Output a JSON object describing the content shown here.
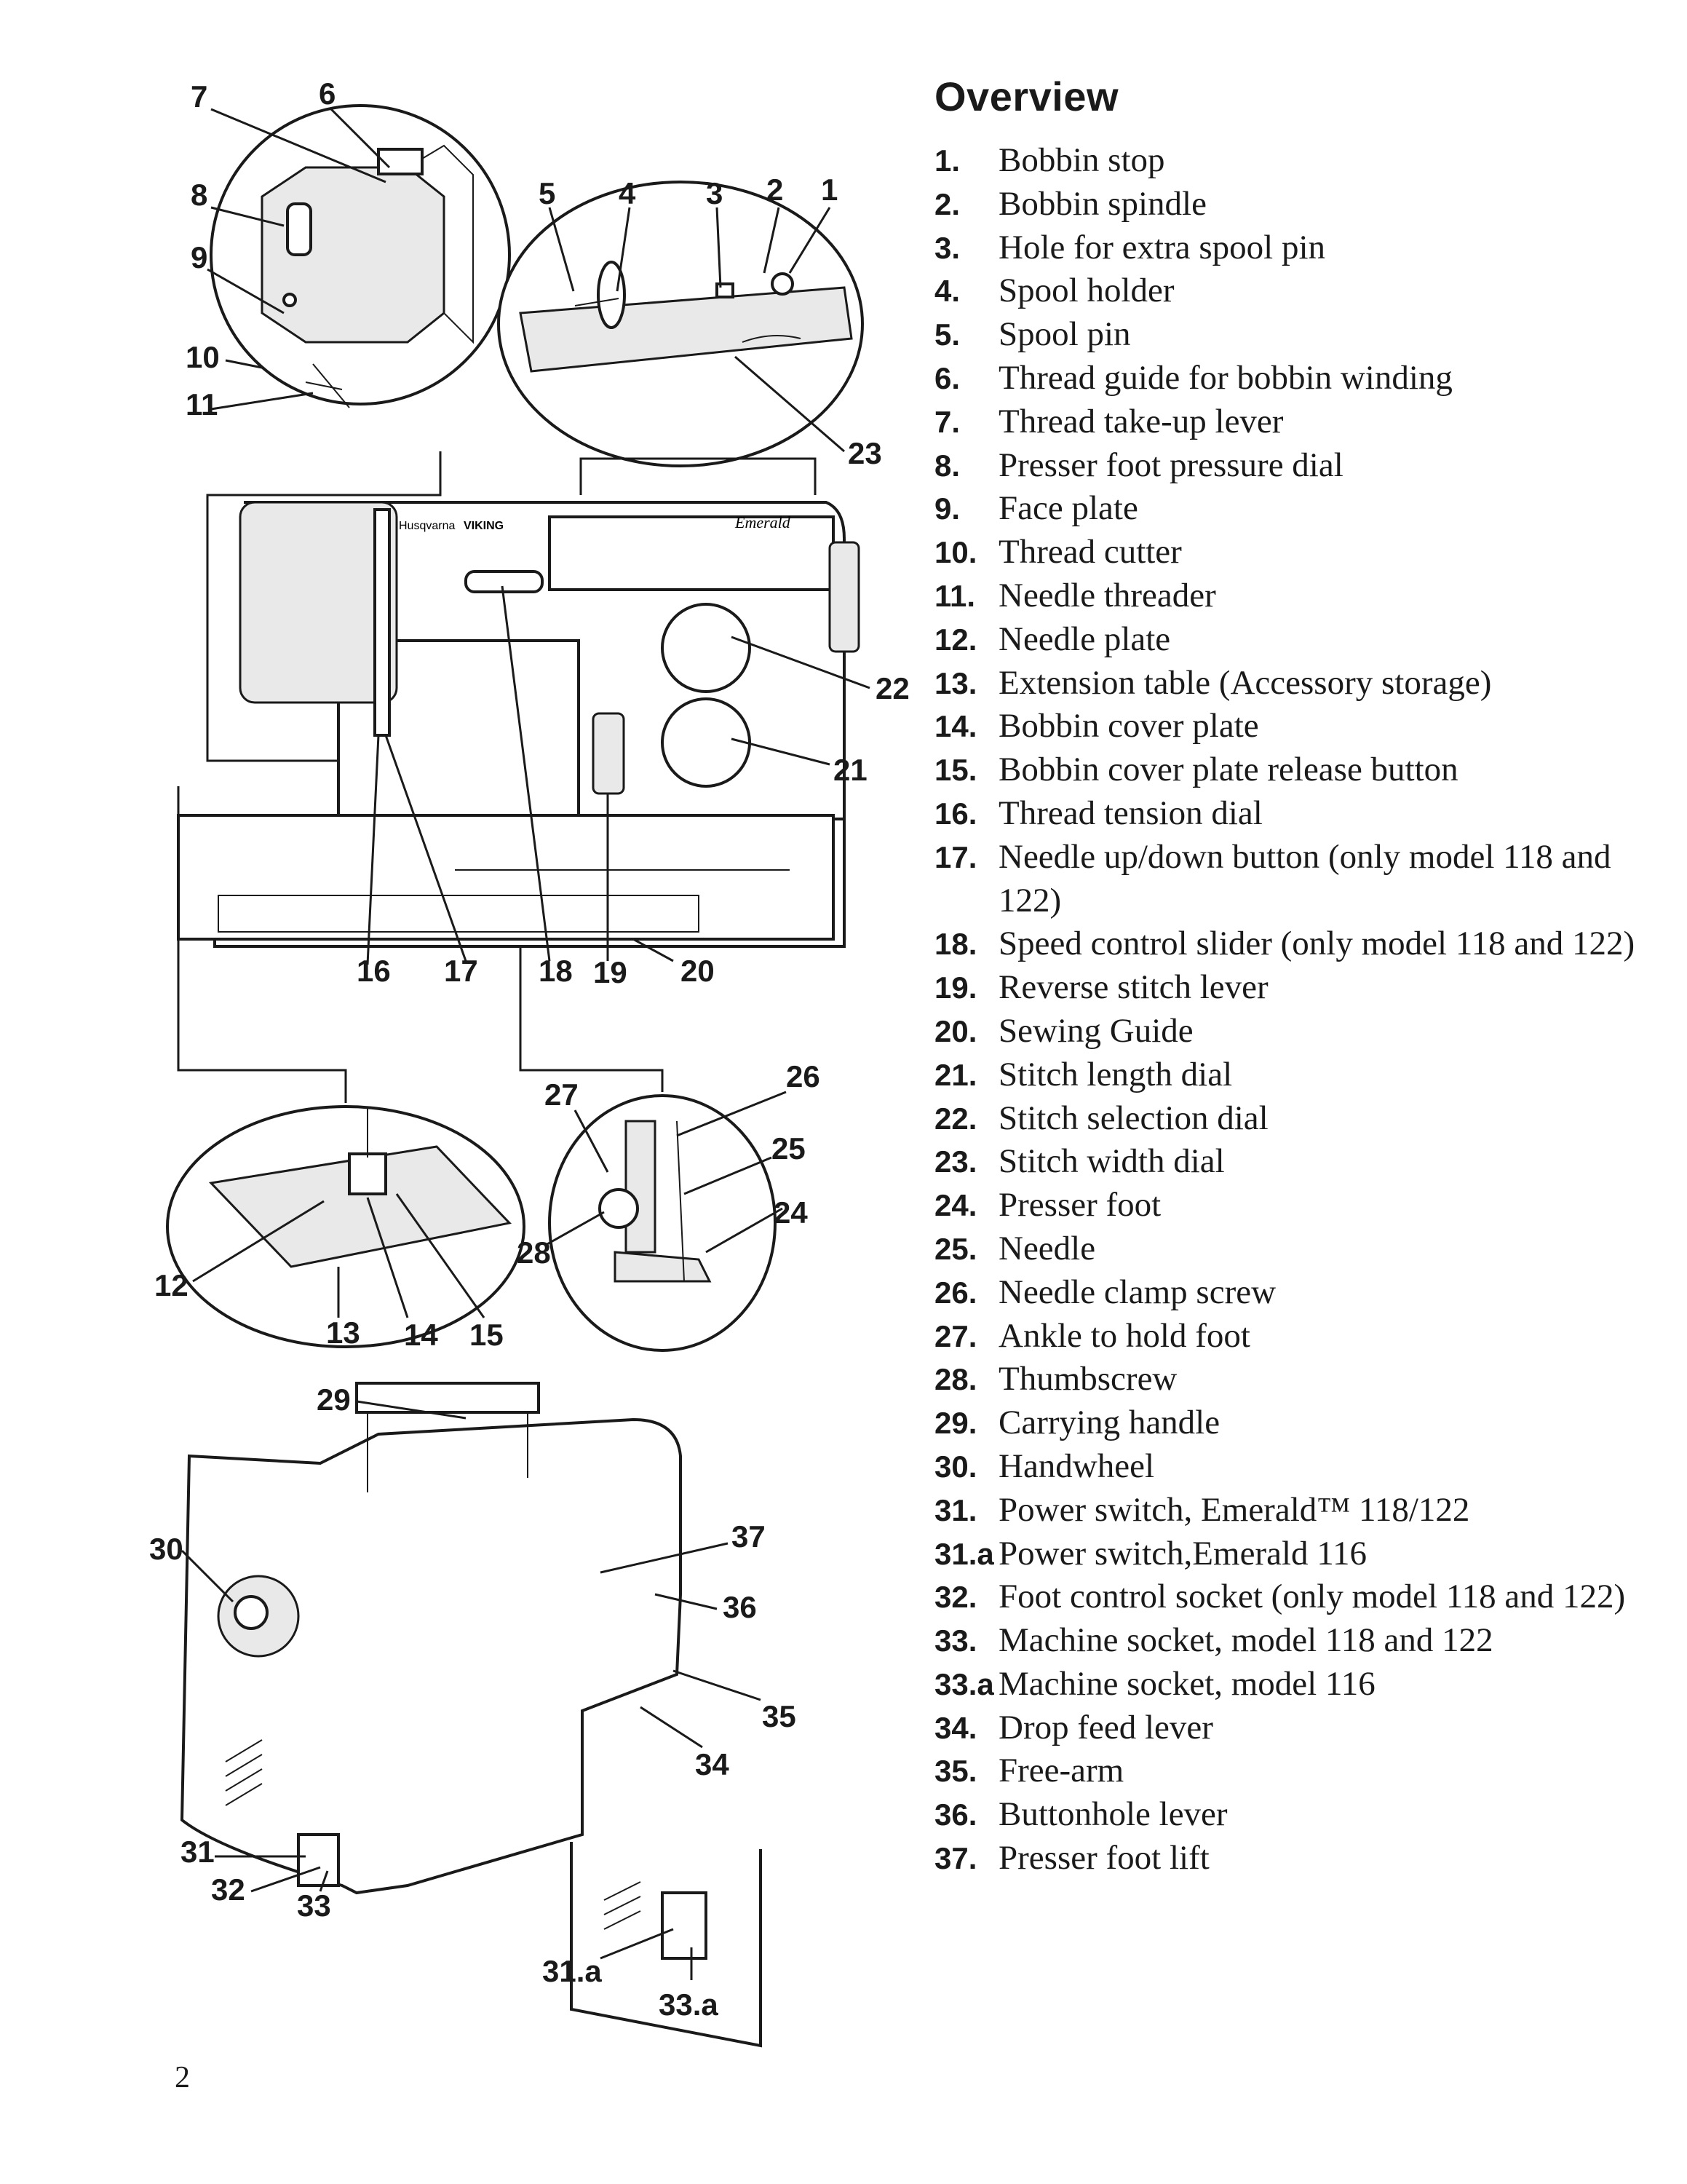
{
  "page": {
    "number": "2"
  },
  "overview": {
    "title": "Overview",
    "items": [
      {
        "num": "1.",
        "label": "Bobbin stop"
      },
      {
        "num": "2.",
        "label": "Bobbin spindle"
      },
      {
        "num": "3.",
        "label": "Hole for extra spool pin"
      },
      {
        "num": "4.",
        "label": "Spool holder"
      },
      {
        "num": "5.",
        "label": "Spool pin"
      },
      {
        "num": "6.",
        "label": "Thread guide for bobbin winding"
      },
      {
        "num": "7.",
        "label": "Thread take-up lever"
      },
      {
        "num": "8.",
        "label": "Presser foot pressure dial"
      },
      {
        "num": "9.",
        "label": "Face plate"
      },
      {
        "num": "10.",
        "label": "Thread cutter"
      },
      {
        "num": "11.",
        "label": "Needle threader"
      },
      {
        "num": "12.",
        "label": "Needle plate"
      },
      {
        "num": "13.",
        "label": "Extension table (Accessory storage)"
      },
      {
        "num": "14.",
        "label": "Bobbin cover plate"
      },
      {
        "num": "15.",
        "label": "Bobbin cover plate release button"
      },
      {
        "num": "16.",
        "label": "Thread tension dial"
      },
      {
        "num": "17.",
        "label": "Needle up/down button (only model 118 and 122)"
      },
      {
        "num": "18.",
        "label": "Speed control slider (only model 118 and 122)"
      },
      {
        "num": "19.",
        "label": "Reverse stitch lever"
      },
      {
        "num": "20.",
        "label": "Sewing Guide"
      },
      {
        "num": "21.",
        "label": "Stitch length dial"
      },
      {
        "num": "22.",
        "label": "Stitch selection dial"
      },
      {
        "num": "23.",
        "label": "Stitch width dial"
      },
      {
        "num": "24.",
        "label": "Presser foot"
      },
      {
        "num": "25.",
        "label": "Needle"
      },
      {
        "num": "26.",
        "label": "Needle clamp screw"
      },
      {
        "num": "27.",
        "label": "Ankle to hold foot"
      },
      {
        "num": "28.",
        "label": "Thumbscrew"
      },
      {
        "num": "29.",
        "label": "Carrying handle"
      },
      {
        "num": "30.",
        "label": "Handwheel"
      },
      {
        "num": "31.",
        "label": "Power switch, Emerald™ 118/122"
      },
      {
        "num": "31.a",
        "label": "Power switch,Emerald 116"
      },
      {
        "num": "32.",
        "label": "Foot control socket (only model 118 and 122)"
      },
      {
        "num": "33.",
        "label": "Machine socket, model 118 and 122"
      },
      {
        "num": "33.a",
        "label": "Machine socket, model 116"
      },
      {
        "num": "34.",
        "label": "Drop feed lever"
      },
      {
        "num": "35.",
        "label": "Free-arm"
      },
      {
        "num": "36.",
        "label": "Buttonhole lever"
      },
      {
        "num": "37.",
        "label": "Presser foot lift"
      }
    ]
  },
  "diagram": {
    "brand_text": "Husqvarna",
    "brand_text_2": "VIKING",
    "model_text": "Emerald",
    "callouts": {
      "c1": "1",
      "c2": "2",
      "c3": "3",
      "c4": "4",
      "c5": "5",
      "c6": "6",
      "c7": "7",
      "c8": "8",
      "c9": "9",
      "c10": "10",
      "c11": "11",
      "c12": "12",
      "c13": "13",
      "c14": "14",
      "c15": "15",
      "c16": "16",
      "c17": "17",
      "c18": "18",
      "c19": "19",
      "c20": "20",
      "c21": "21",
      "c22": "22",
      "c23": "23",
      "c24": "24",
      "c25": "25",
      "c26": "26",
      "c27": "27",
      "c28": "28",
      "c29": "29",
      "c30": "30",
      "c31": "31",
      "c32": "32",
      "c33": "33",
      "c34": "34",
      "c35": "35",
      "c36": "36",
      "c37": "37",
      "c31a": "31.a",
      "c33a": "33.a"
    }
  }
}
